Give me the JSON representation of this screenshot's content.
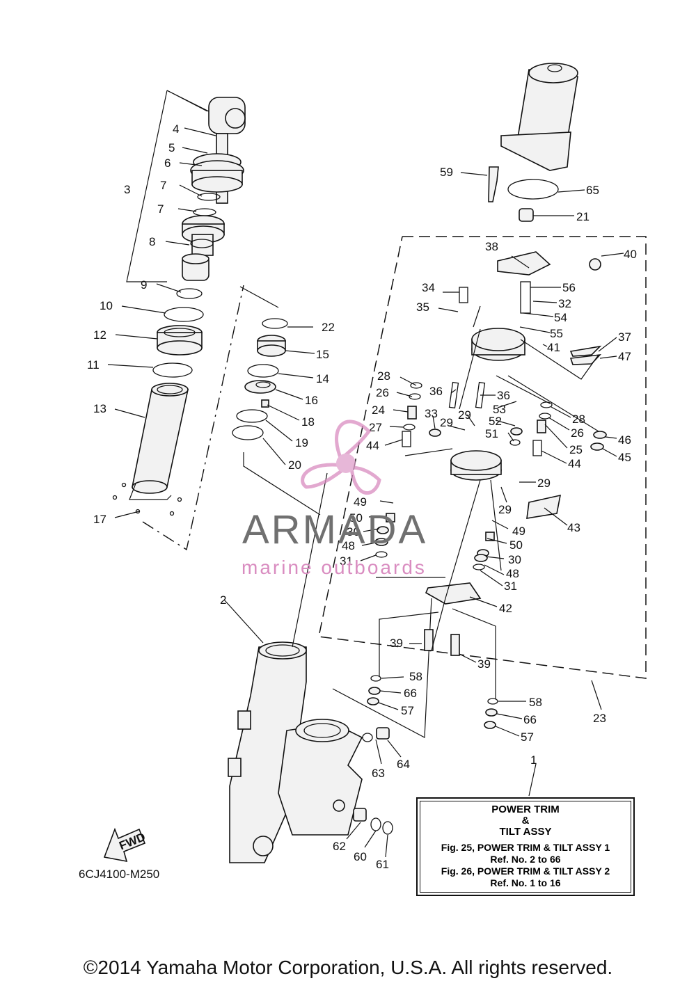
{
  "diagram": {
    "code": "6CJ4100-M250",
    "copyright": "©2014 Yamaha Motor Corporation, U.S.A. All rights reserved.",
    "fwd_label": "FWD",
    "watermark": {
      "brand": "ARMADA",
      "tagline": "marine outboards"
    },
    "infobox": {
      "title_line1": "POWER TRIM",
      "title_line2": "&",
      "title_line3": "TILT ASSY",
      "ref1": "Fig. 25, POWER TRIM & TILT ASSY 1",
      "ref1_range": "Ref. No. 2 to 66",
      "ref2": "Fig. 26, POWER TRIM & TILT ASSY 2",
      "ref2_range": "Ref. No. 1 to 16"
    },
    "callouts": [
      "1",
      "2",
      "3",
      "4",
      "5",
      "6",
      "7",
      "7",
      "8",
      "9",
      "10",
      "11",
      "12",
      "13",
      "14",
      "15",
      "16",
      "17",
      "18",
      "19",
      "20",
      "21",
      "22",
      "23",
      "24",
      "25",
      "26",
      "26",
      "27",
      "28",
      "28",
      "29",
      "29",
      "29",
      "29",
      "30",
      "30",
      "31",
      "31",
      "32",
      "33",
      "34",
      "35",
      "36",
      "36",
      "37",
      "38",
      "39",
      "39",
      "40",
      "41",
      "42",
      "43",
      "44",
      "44",
      "45",
      "46",
      "47",
      "48",
      "48",
      "49",
      "49",
      "50",
      "50",
      "51",
      "52",
      "53",
      "54",
      "55",
      "56",
      "57",
      "57",
      "58",
      "58",
      "59",
      "60",
      "61",
      "62",
      "63",
      "64",
      "65",
      "66",
      "66"
    ]
  }
}
